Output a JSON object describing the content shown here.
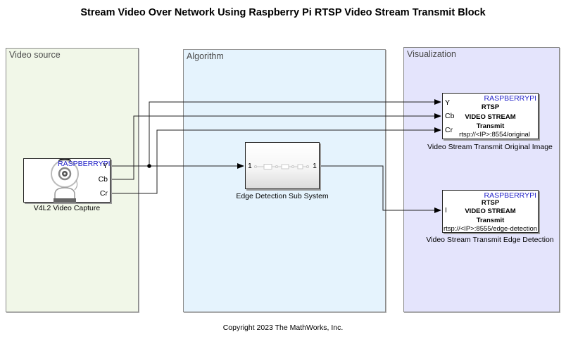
{
  "title": "Stream Video Over Network Using Raspberry Pi RTSP Video Stream Transmit Block",
  "areas": {
    "video_source": {
      "label": "Video source",
      "color": "#f1f7e8"
    },
    "algorithm": {
      "label": "Algorithm",
      "color": "#e5f3fd"
    },
    "visualization": {
      "label": "Visualization",
      "color": "#e4e4fc"
    }
  },
  "blocks": {
    "capture": {
      "caption": "V4L2 Video Capture",
      "brand": "RASPBERRYPI",
      "ports_out": [
        "Y",
        "Cb",
        "Cr"
      ],
      "icon": "webcam-icon"
    },
    "edge": {
      "caption": "Edge Detection Sub System",
      "port_in": "1",
      "port_out": "1",
      "icon": "subsystem-preview-icon"
    },
    "tx_original": {
      "caption": "Video Stream Transmit Original Image",
      "brand": "RASPBERRYPI",
      "line1": "RTSP",
      "line2": "VIDEO STREAM",
      "line3": "Transmit",
      "url": "rtsp://<IP>:8554/original",
      "ports_in": [
        "Y",
        "Cb",
        "Cr"
      ]
    },
    "tx_edge": {
      "caption": "Video Stream Transmit Edge Detection",
      "brand": "RASPBERRYPI",
      "line1": "RTSP",
      "line2": "VIDEO STREAM",
      "line3": "Transmit",
      "url": "rtsp://<IP>:8555/edge-detection",
      "ports_in": [
        "I"
      ]
    }
  },
  "connections": [
    {
      "from": "V4L2 Video Capture:Y",
      "to": "Video Stream Transmit Original Image:Y"
    },
    {
      "from": "V4L2 Video Capture:Y",
      "to": "Edge Detection Sub System:1"
    },
    {
      "from": "V4L2 Video Capture:Cb",
      "to": "Video Stream Transmit Original Image:Cb"
    },
    {
      "from": "V4L2 Video Capture:Cr",
      "to": "Video Stream Transmit Original Image:Cr"
    },
    {
      "from": "Edge Detection Sub System:1",
      "to": "Video Stream Transmit Edge Detection:I"
    }
  ],
  "copyright": "Copyright  2023 The MathWorks, Inc."
}
